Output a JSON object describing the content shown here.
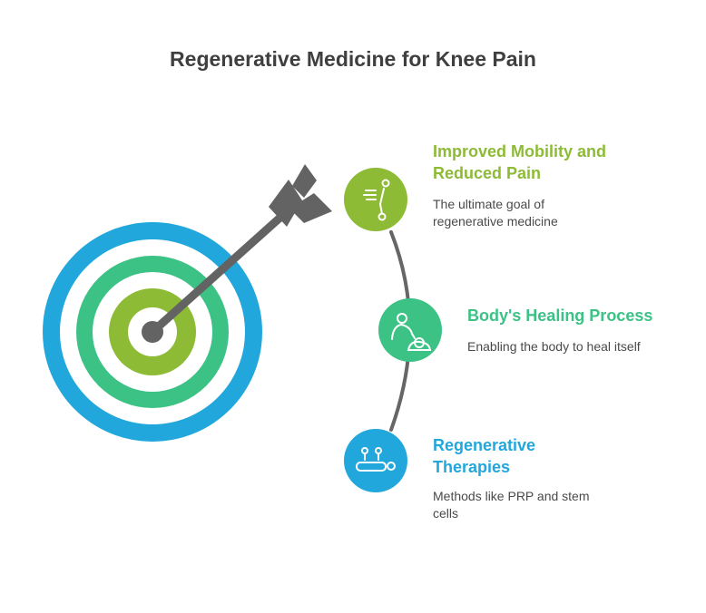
{
  "title": "Regenerative Medicine for Knee Pain",
  "colors": {
    "outer_ring": "#22a7dc",
    "middle_ring": "#3cc285",
    "inner_ring": "#8dbb35",
    "arrow": "#636363",
    "connector": "#666666"
  },
  "icons": {
    "target": "target-icon",
    "arrow": "arrow-icon",
    "mobility": "walking-leg-icon",
    "healing": "person-healing-icon",
    "therapies": "treatment-table-icon"
  },
  "items": [
    {
      "title": "Improved Mobility and\nReduced Pain",
      "description": "The ultimate goal of\nregenerative medicine",
      "color": "#8dbb35"
    },
    {
      "title": "Body's Healing Process",
      "description": "Enabling the body to heal itself",
      "color": "#3cc285"
    },
    {
      "title": "Regenerative\nTherapies",
      "description": "Methods like PRP and stem\ncells",
      "color": "#22a7dc"
    }
  ]
}
